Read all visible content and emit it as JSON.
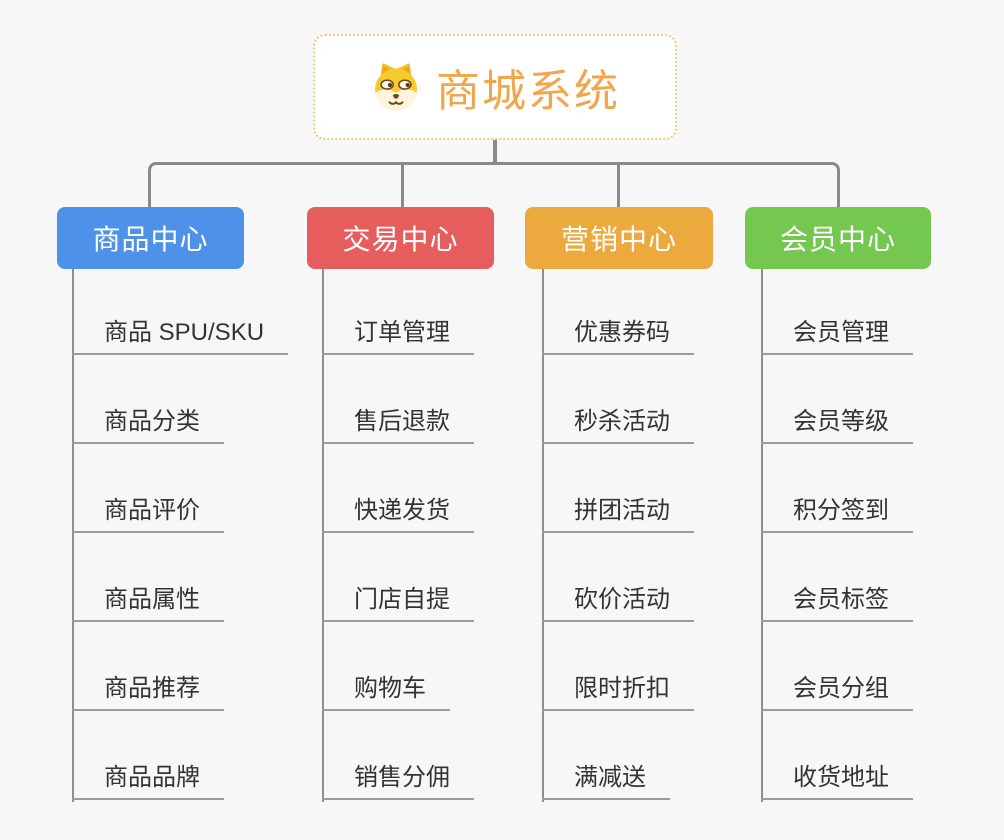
{
  "root": {
    "title": "商城系统",
    "icon": "dog-face",
    "text_color": "#f0a64a",
    "border_color": "#f3c87e"
  },
  "connector_color": "#8a8a8a",
  "branches": [
    {
      "label": "商品中心",
      "color": "#4d92e8",
      "children": [
        "商品 SPU/SKU",
        "商品分类",
        "商品评价",
        "商品属性",
        "商品推荐",
        "商品品牌"
      ]
    },
    {
      "label": "交易中心",
      "color": "#e65d5d",
      "children": [
        "订单管理",
        "售后退款",
        "快递发货",
        "门店自提",
        "购物车",
        "销售分佣"
      ]
    },
    {
      "label": "营销中心",
      "color": "#eba93e",
      "children": [
        "优惠券码",
        "秒杀活动",
        "拼团活动",
        "砍价活动",
        "限时折扣",
        "满减送"
      ]
    },
    {
      "label": "会员中心",
      "color": "#74c850",
      "children": [
        "会员管理",
        "会员等级",
        "积分签到",
        "会员标签",
        "会员分组",
        "收货地址"
      ]
    }
  ]
}
